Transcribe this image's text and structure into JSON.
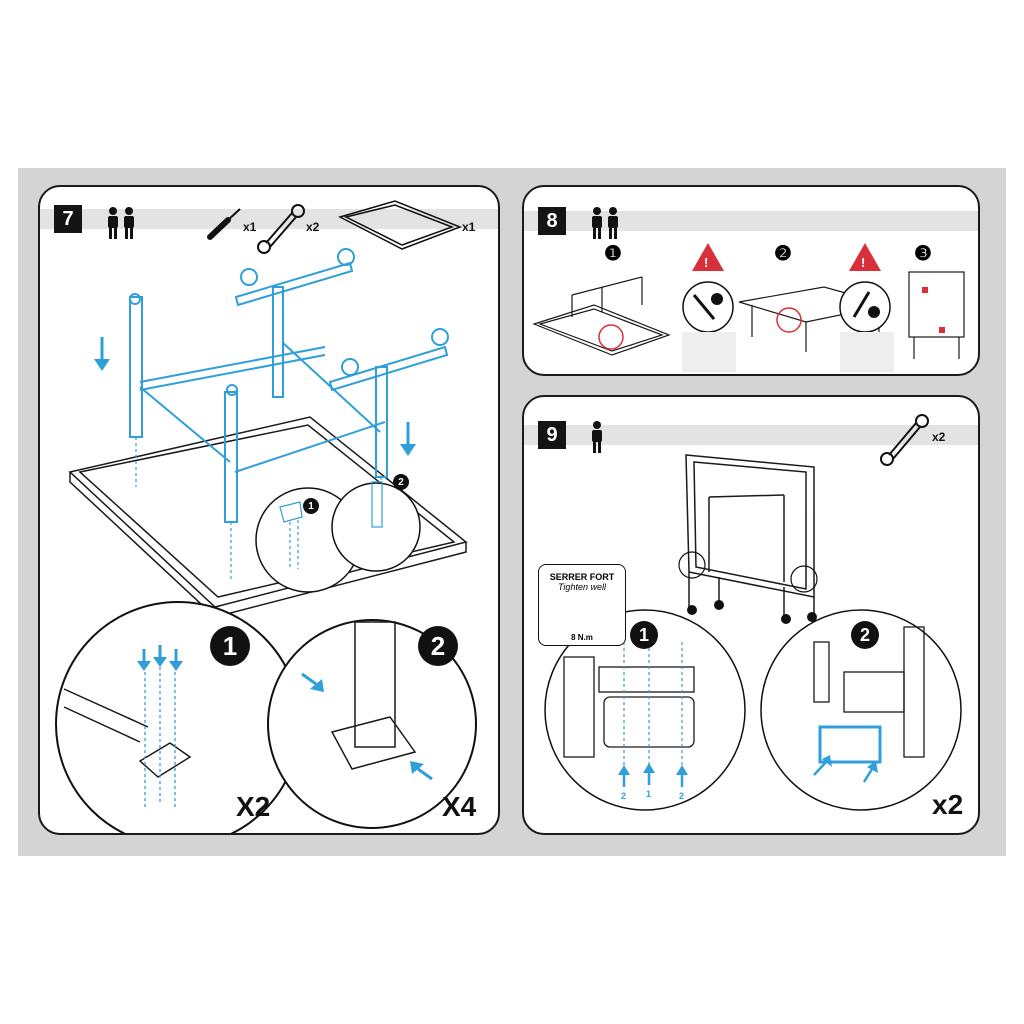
{
  "colors": {
    "accent_blue": "#2f9fd9",
    "line": "#1a1a1a",
    "warning_red": "#d8303a",
    "frame_gray": "#d4d4d4"
  },
  "step7": {
    "number": "7",
    "people_icon": "two-people-icon",
    "tools": [
      {
        "icon": "screwdriver-icon",
        "qty": "x1"
      },
      {
        "icon": "wrench-icon",
        "qty": "x2"
      },
      {
        "icon": "table-top-icon",
        "qty": "x1"
      }
    ],
    "callout1": "1",
    "callout2": "2",
    "detail1_label": "1",
    "detail1_qty": "X2",
    "detail2_label": "2",
    "detail2_qty": "X4"
  },
  "step8": {
    "number": "8",
    "people_icon": "two-people-icon",
    "sub1": "❶",
    "sub2": "❷",
    "sub3": "❸",
    "warning1": "!",
    "warning2": "!"
  },
  "step9": {
    "number": "9",
    "people_icon": "one-person-icon",
    "tool_qty": "x2",
    "torque_title": "SERRER FORT",
    "torque_subtitle": "Tighten well",
    "torque_value": "8 N.m",
    "detail1_label": "1",
    "detail2_label": "2",
    "arrow_labels": [
      "2",
      "1",
      "2"
    ],
    "detail2_qty": "x2"
  }
}
